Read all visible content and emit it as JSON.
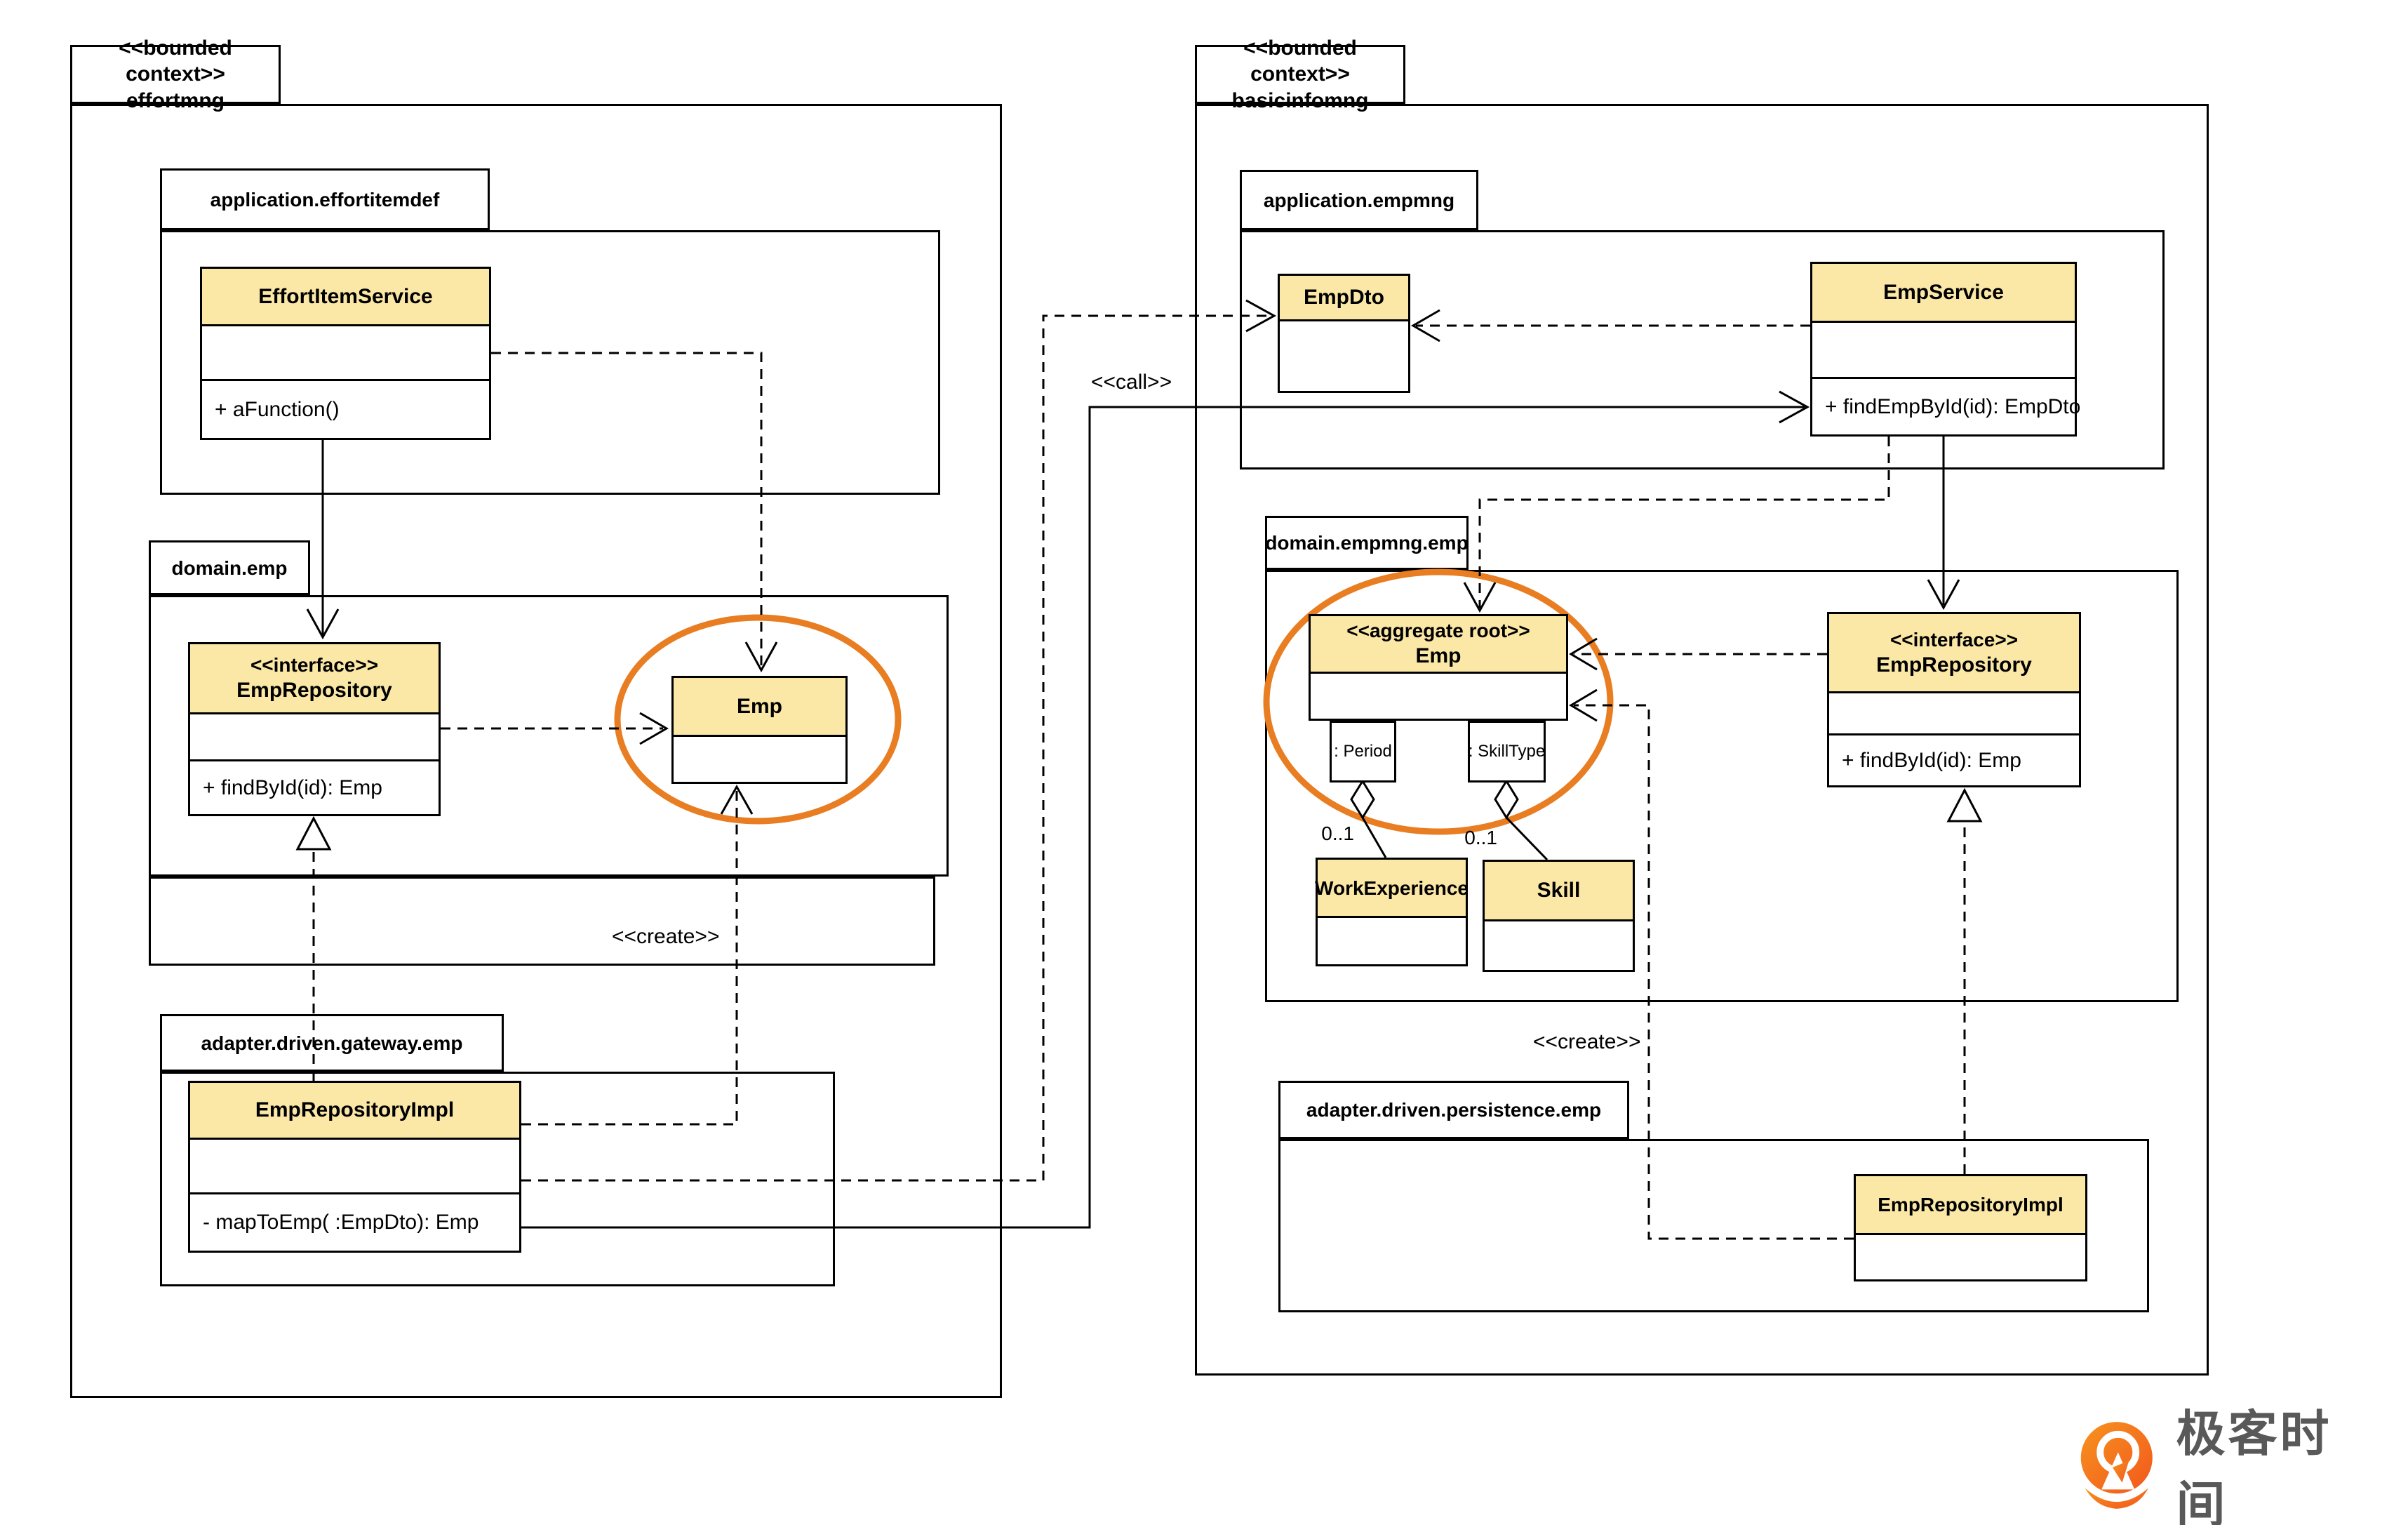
{
  "contexts": {
    "left": {
      "stereotype": "<<bounded context>>",
      "name": "effortmng"
    },
    "right": {
      "stereotype": "<<bounded context>>",
      "name": "basicinfomng"
    }
  },
  "packages": {
    "effortitemdef": {
      "label": "application.effortitemdef"
    },
    "domain_emp": {
      "label": "domain.emp"
    },
    "gateway": {
      "label": "adapter.driven.gateway.emp"
    },
    "empmng": {
      "label": "application.empmng"
    },
    "domain_empmng": {
      "label": "domain.empmng.emp"
    },
    "persistence": {
      "label": "adapter.driven.persistence.emp"
    }
  },
  "classes": {
    "effort_item_service": {
      "name": "EffortItemService",
      "methods": "+ aFunction()"
    },
    "emp_repository_left": {
      "stereotype": "<<interface>>",
      "name": "EmpRepository",
      "methods": "+ findById(id): Emp"
    },
    "emp_left": {
      "name": "Emp"
    },
    "emp_repository_impl_left": {
      "name": "EmpRepositoryImpl",
      "methods": "- mapToEmp( :EmpDto): Emp"
    },
    "emp_dto": {
      "name": "EmpDto"
    },
    "emp_service": {
      "name": "EmpService",
      "methods": "+ findEmpById(id): EmpDto"
    },
    "emp_aggregate": {
      "stereotype": "<<aggregate root>>",
      "name": "Emp"
    },
    "period_part": {
      "label": ": Period"
    },
    "skilltype_part": {
      "label": ": SkillType"
    },
    "work_experience": {
      "name": "WorkExperience"
    },
    "skill": {
      "name": "Skill"
    },
    "emp_repository_right": {
      "stereotype": "<<interface>>",
      "name": "EmpRepository",
      "methods": "+ findById(id): Emp"
    },
    "emp_repository_impl_right": {
      "name": "EmpRepositoryImpl"
    }
  },
  "labels": {
    "call": "<<call>>",
    "create_left": "<<create>>",
    "create_right": "<<create>>",
    "mult_workexperience": "0..1",
    "mult_skill": "0..1"
  },
  "logo": {
    "text": "极客时间"
  },
  "colors": {
    "class_header": "#FBE8A6",
    "highlight_ellipse": "#E87D22",
    "line": "#000000",
    "logo_orange": "#F26D21",
    "logo_text": "#595959"
  }
}
